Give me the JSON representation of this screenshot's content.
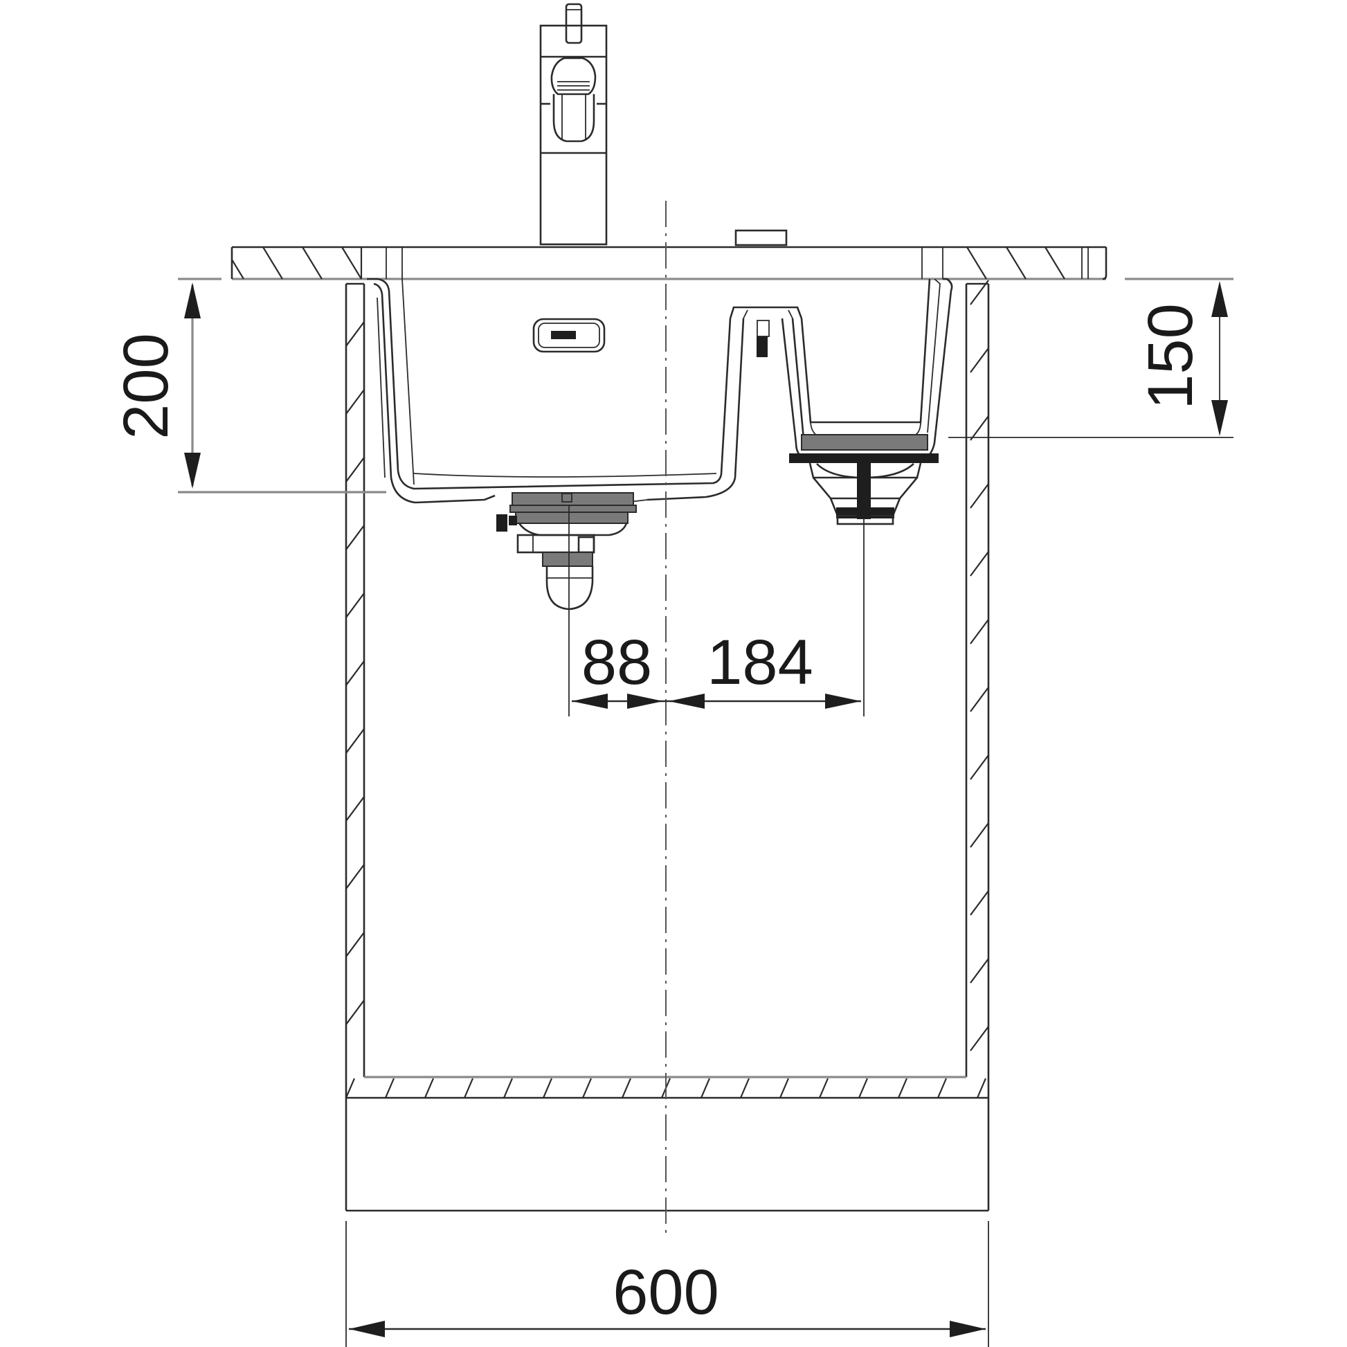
{
  "drawing": {
    "title": "Undermount double-bowl sink in 600 cabinet – section view",
    "colors": {
      "line": "#2b2b2b",
      "dim_line": "#8a8a8a",
      "background": "#ffffff"
    }
  },
  "dimensions": {
    "bowl_depth_main": {
      "value": "200",
      "orientation": "vertical",
      "side": "left"
    },
    "bowl_depth_small": {
      "value": "150",
      "orientation": "vertical",
      "side": "right"
    },
    "drain_offset_left": {
      "value": "88",
      "orientation": "horizontal"
    },
    "drain_offset_right": {
      "value": "184",
      "orientation": "horizontal"
    },
    "cabinet_width": {
      "value": "600",
      "orientation": "horizontal"
    }
  },
  "components": [
    {
      "name": "faucet",
      "label": ""
    },
    {
      "name": "countertop",
      "label": ""
    },
    {
      "name": "main-bowl",
      "label": ""
    },
    {
      "name": "small-bowl",
      "label": ""
    },
    {
      "name": "overflow",
      "label": ""
    },
    {
      "name": "main-drain",
      "label": ""
    },
    {
      "name": "small-drain",
      "label": ""
    },
    {
      "name": "cabinet",
      "label": ""
    },
    {
      "name": "plinth",
      "label": ""
    }
  ]
}
